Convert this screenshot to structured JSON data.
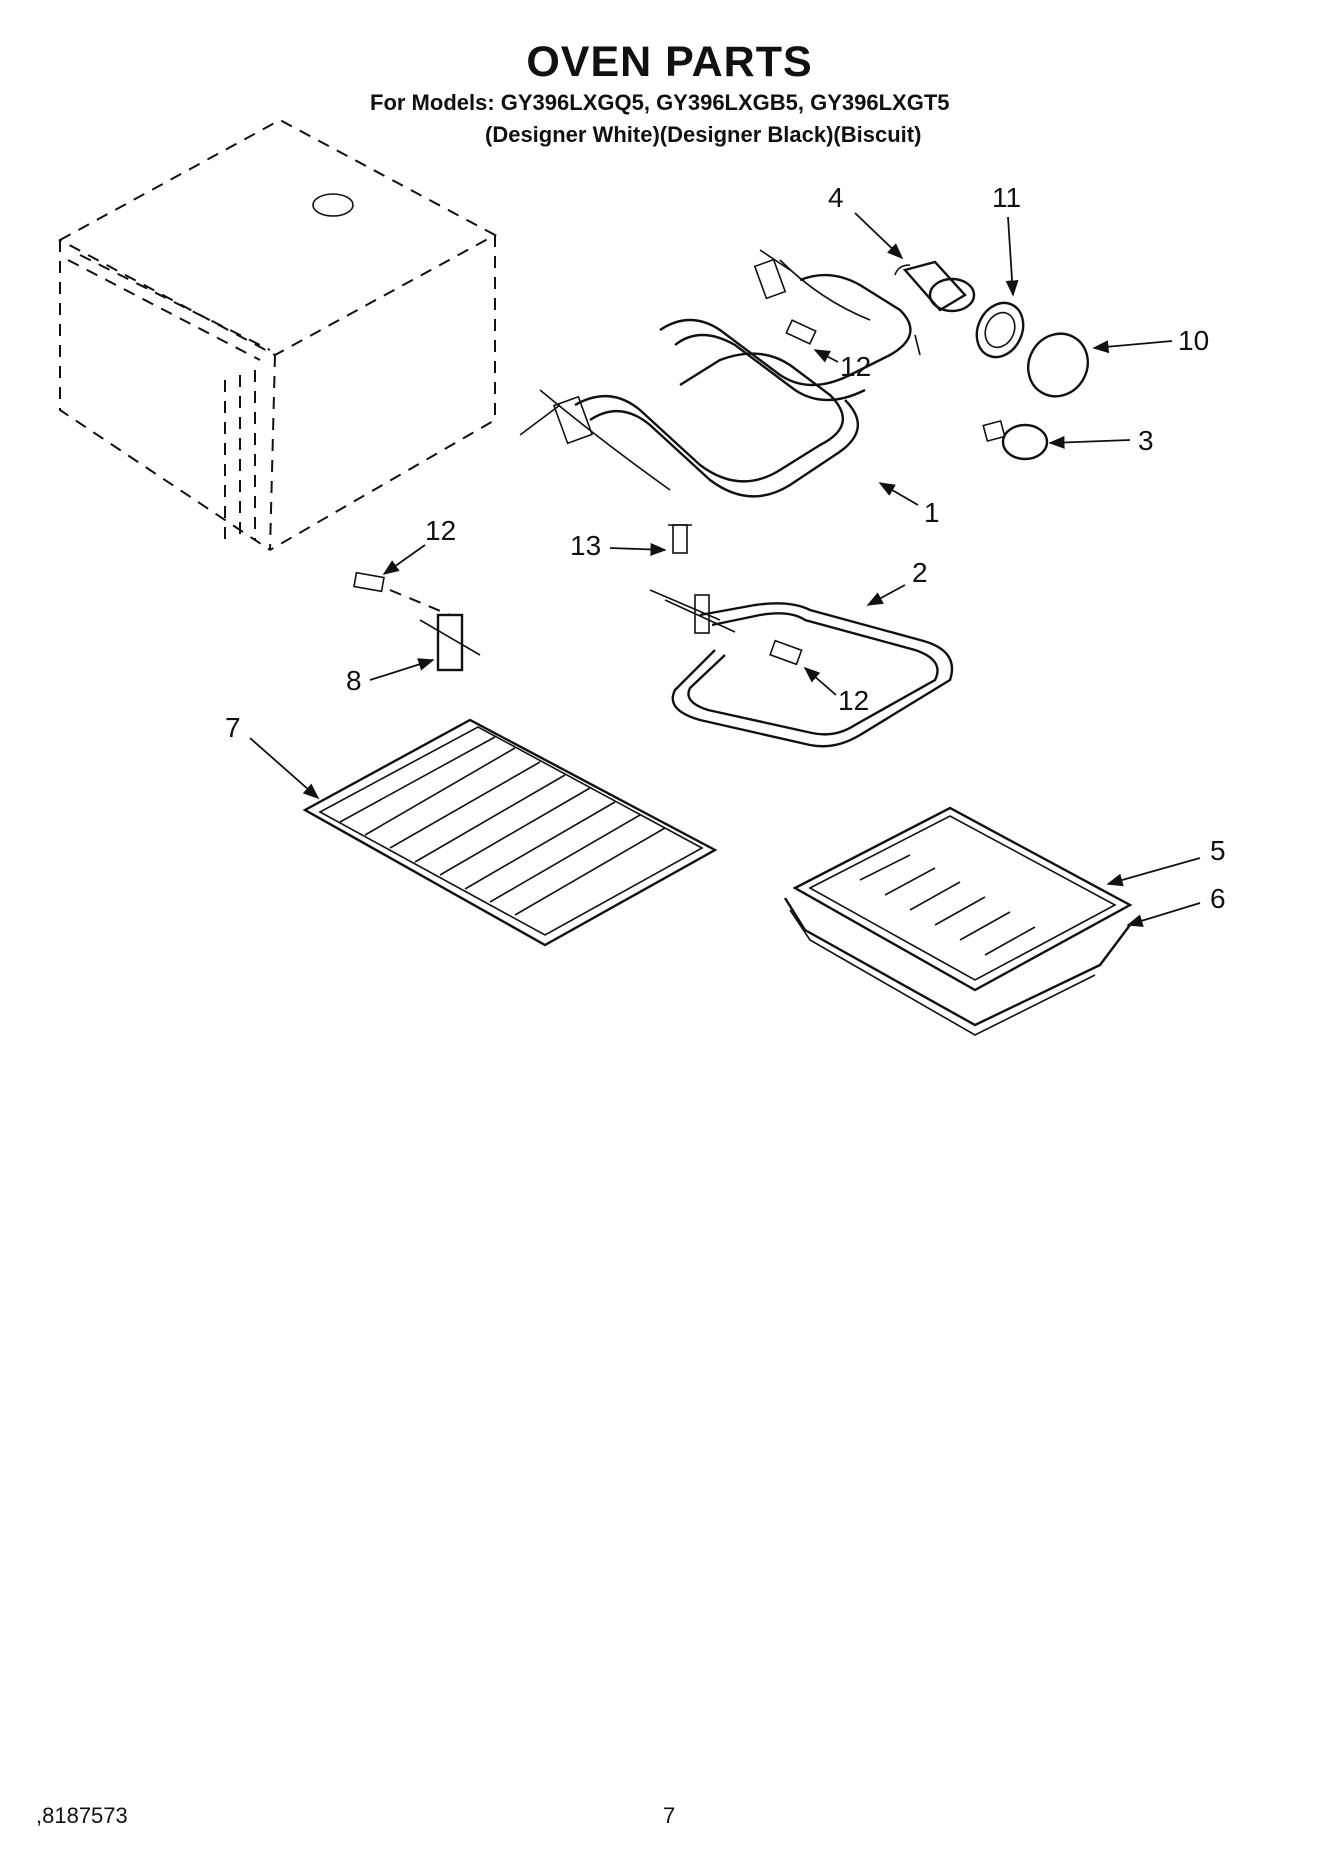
{
  "header": {
    "title": "OVEN PARTS",
    "models_line": "For Models: GY396LXGQ5, GY396LXGB5, GY396LXGT5",
    "colors_line": "(Designer White)(Designer Black)(Biscuit)"
  },
  "callouts": {
    "c1": "1",
    "c2": "2",
    "c3": "3",
    "c4": "4",
    "c5": "5",
    "c6": "6",
    "c7": "7",
    "c8": "8",
    "c10": "10",
    "c11": "11",
    "c12a": "12",
    "c12b": "12",
    "c12c": "12",
    "c13": "13"
  },
  "footer": {
    "doc_number": ",8187573",
    "page_number": "7"
  }
}
